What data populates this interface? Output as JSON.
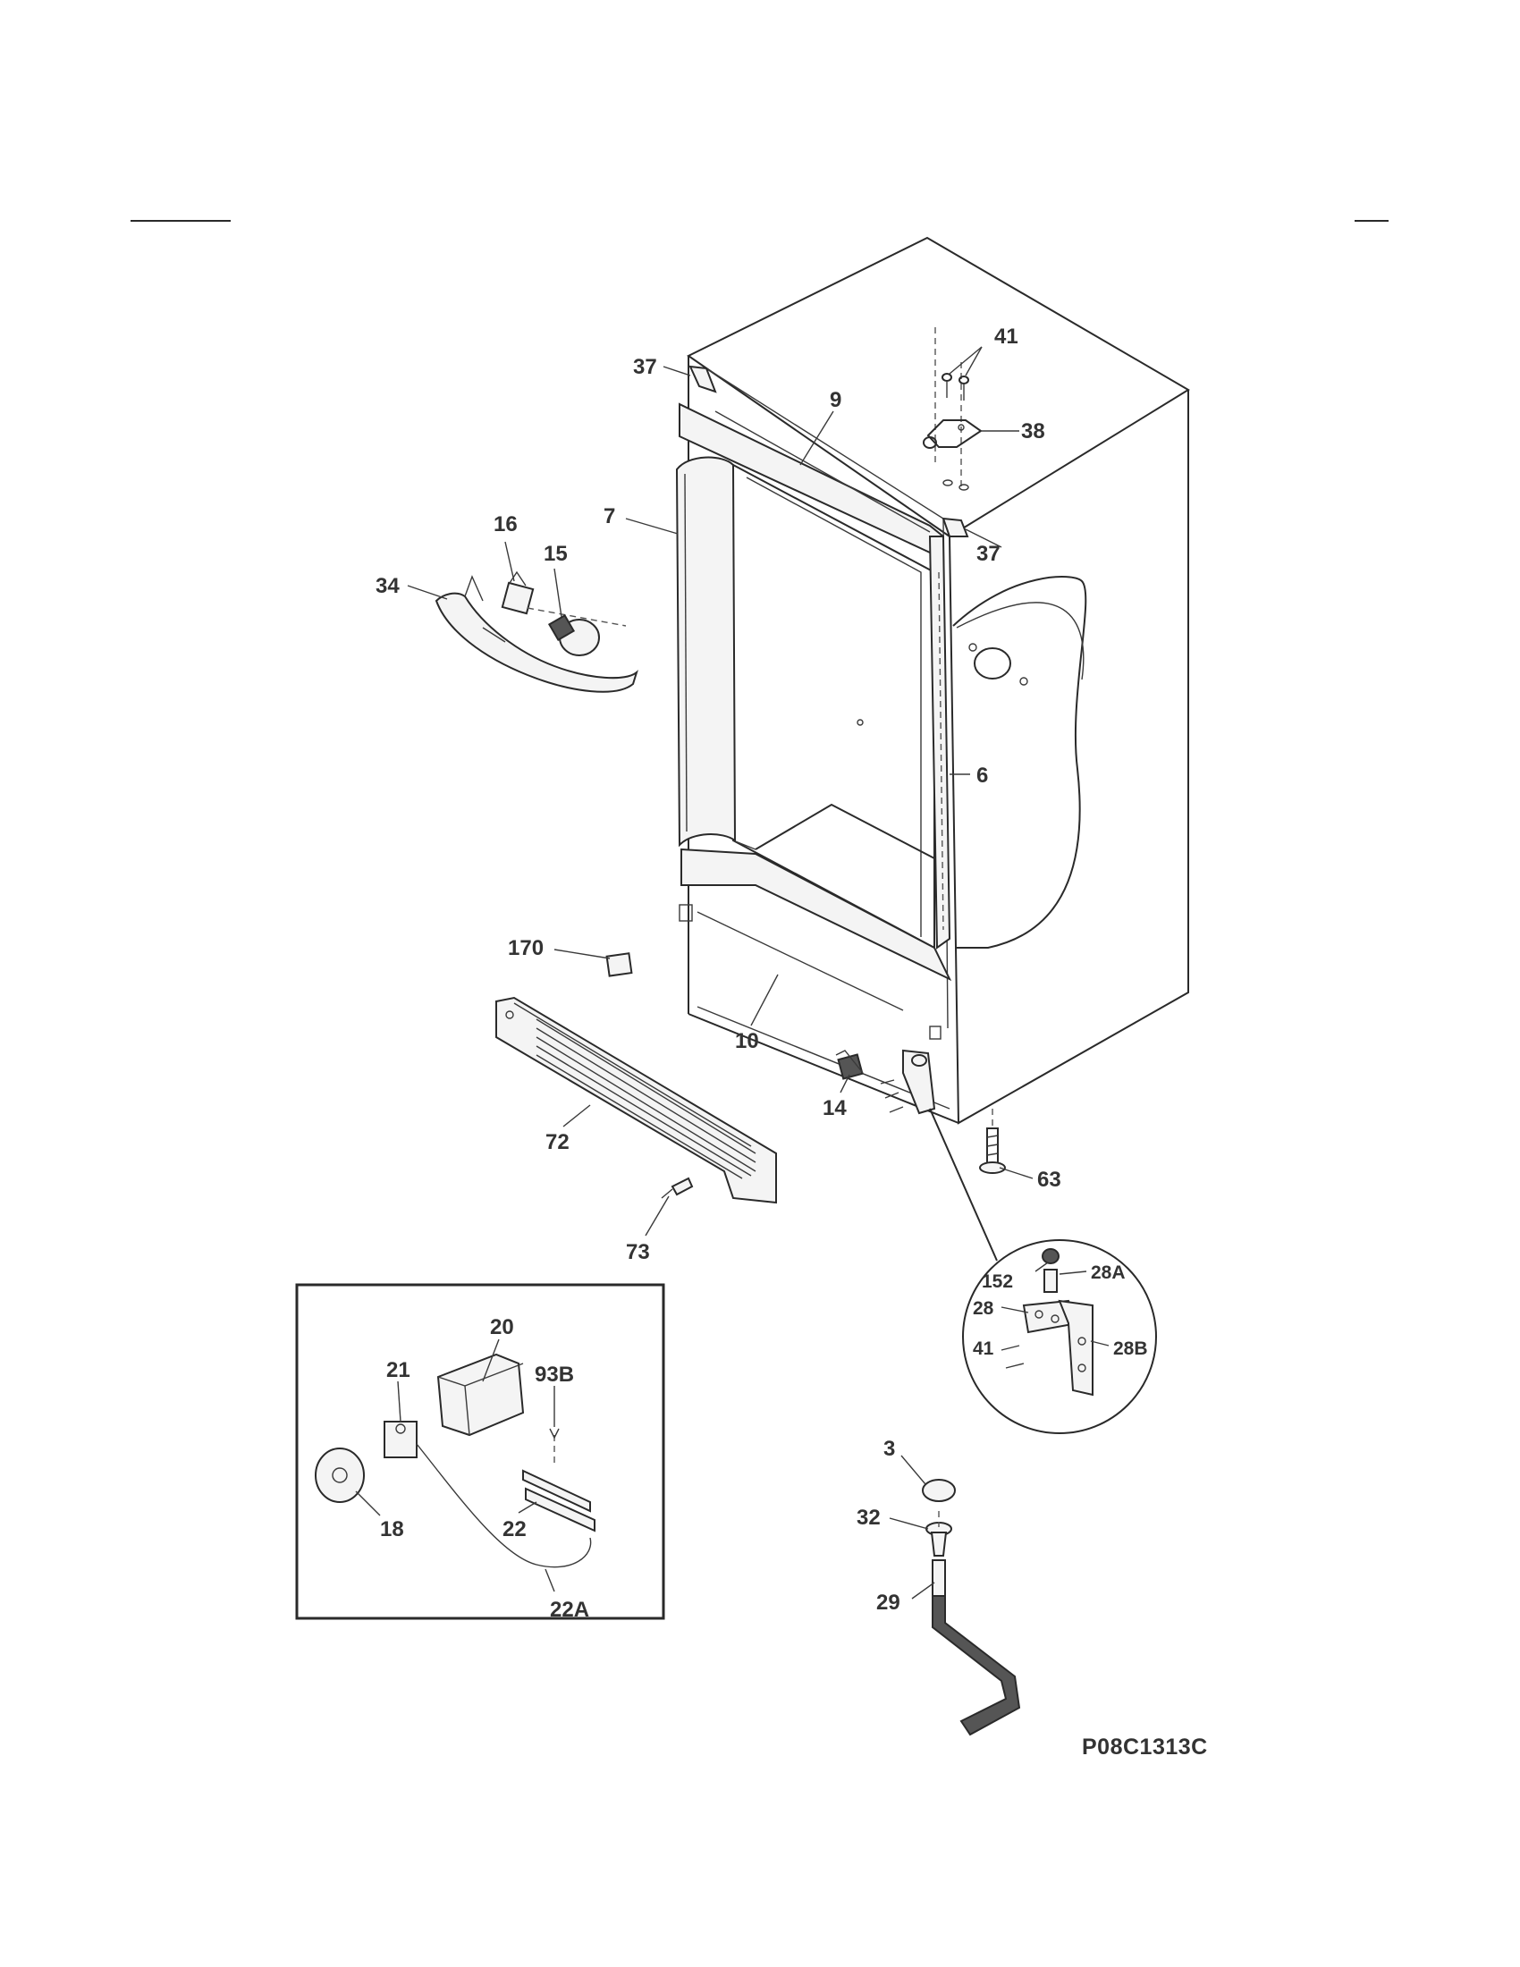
{
  "diagram": {
    "drawing_code": "P08C1313C",
    "callouts": [
      {
        "id": "37-top",
        "text": "37"
      },
      {
        "id": "41-top",
        "text": "41"
      },
      {
        "id": "9",
        "text": "9"
      },
      {
        "id": "38",
        "text": "38"
      },
      {
        "id": "7",
        "text": "7"
      },
      {
        "id": "37-right",
        "text": "37"
      },
      {
        "id": "16",
        "text": "16"
      },
      {
        "id": "15",
        "text": "15"
      },
      {
        "id": "34",
        "text": "34"
      },
      {
        "id": "6",
        "text": "6"
      },
      {
        "id": "170",
        "text": "170"
      },
      {
        "id": "10",
        "text": "10"
      },
      {
        "id": "14",
        "text": "14"
      },
      {
        "id": "72",
        "text": "72"
      },
      {
        "id": "63",
        "text": "63"
      },
      {
        "id": "73",
        "text": "73"
      },
      {
        "id": "152",
        "text": "152"
      },
      {
        "id": "28A",
        "text": "28A"
      },
      {
        "id": "28",
        "text": "28"
      },
      {
        "id": "41-detail",
        "text": "41"
      },
      {
        "id": "28B",
        "text": "28B"
      },
      {
        "id": "20",
        "text": "20"
      },
      {
        "id": "21",
        "text": "21"
      },
      {
        "id": "93B",
        "text": "93B"
      },
      {
        "id": "18",
        "text": "18"
      },
      {
        "id": "22",
        "text": "22"
      },
      {
        "id": "22A",
        "text": "22A"
      },
      {
        "id": "3",
        "text": "3"
      },
      {
        "id": "32",
        "text": "32"
      },
      {
        "id": "29",
        "text": "29"
      }
    ]
  }
}
